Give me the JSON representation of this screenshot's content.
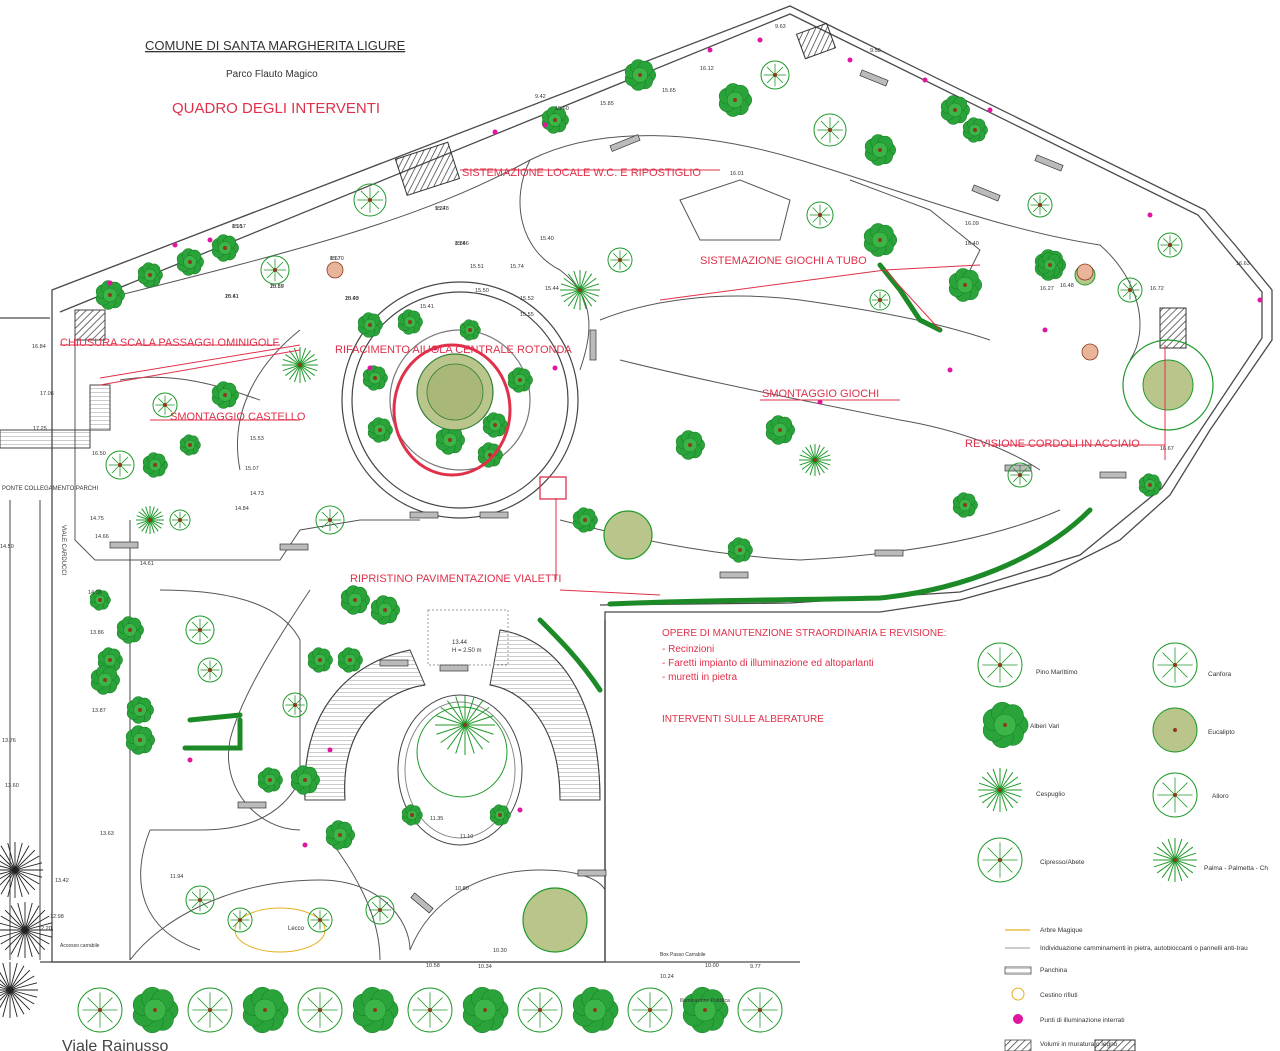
{
  "header": {
    "municipality": "COMUNE DI SANTA MARGHERITA LIGURE",
    "park": "Parco Flauto Magico",
    "plan_title": "QUADRO DEGLI INTERVENTI"
  },
  "interventions": {
    "toilets": "SISTEMAZIONE LOCALE W.C. E RIPOSTIGLIO",
    "tube_games": "SISTEMAZIONE GIOCHI A TUBO",
    "stair_closure": "CHIUSURA SCALA PASSAGGI OMINIGOLF",
    "central_bed": "RIFACIMENTO AIUOLA CENTRALE ROTONDA",
    "castle": "SMONTAGGIO CASTELLO",
    "games_removal": "SMONTAGGIO GIOCHI",
    "steel_curbs": "REVISIONE CORDOLI IN ACCIAIO",
    "paving": "RIPRISTINO PAVIMENTAZIONE VIALETTI"
  },
  "notes": {
    "heading": "OPERE DI MANUTENZIONE STRAORDINARIA E REVISIONE:",
    "items": [
      "- Recinzioni",
      "- Faretti impianto di illuminazione ed altoparlanti",
      "- muretti in pietra"
    ],
    "trees": "INTERVENTI SULLE ALBERATURE"
  },
  "legend": {
    "pine": "Pino Marittimo",
    "camphor": "Canfora",
    "various": "Alberi Vari",
    "eucalyptus": "Eucalipto",
    "shrub": "Cespuglio",
    "laurel": "Alloro",
    "cypress": "Cipresso/Abete",
    "palm": "Palma - Palmetta - Ch",
    "magic_tree": "Arbre Magique",
    "paths": "Individuazione camminamenti in pietra, autobloccanti o pannelli anti-trau",
    "bench": "Panchina",
    "bin": "Cestino rifiuti",
    "lights": "Punti di illuminazione interrati",
    "volumes": "Volumi in muratura o legno"
  },
  "map_labels": {
    "link_bridge": "PONTE COLLEGAMENTO PARCHI",
    "street": "Viale Rainusso",
    "street_side": "VIALE CARDUCCI",
    "box": "Box Passo Carrabile",
    "public_light": "Illuminazione Pubblica",
    "road_access": "Accesso carrabile"
  },
  "elevations": [
    "15.78",
    "15.46",
    "15.57",
    "15.70",
    "15.67",
    "15.61",
    "15.49",
    "15.41",
    "15.50",
    "15.52",
    "15.55",
    "15.51",
    "15.74",
    "15.44",
    "15.40",
    "15.60",
    "15.85",
    "15.65",
    "16.01",
    "16.12",
    "16.09",
    "16.27",
    "16.40",
    "16.48",
    "16.72",
    "16.63",
    "16.67",
    "16.84",
    "17.06",
    "17.25",
    "16.50",
    "15.53",
    "15.07",
    "14.73",
    "14.84",
    "14.75",
    "14.66",
    "14.61",
    "14.50",
    "14.35",
    "13.86",
    "13.87",
    "13.76",
    "13.60",
    "13.63",
    "13.42",
    "12.98",
    "12.20",
    "11.94",
    "11.35",
    "11.10",
    "10.80",
    "10.58",
    "10.34",
    "10.30",
    "10.24",
    "10.00",
    "9.77",
    "9.63",
    "9.50",
    "9.42",
    "9.34",
    "8.86",
    "8.91",
    "8.67",
    "20.30",
    "20.41",
    "20.03"
  ],
  "annotations": {
    "dim1": "13.44",
    "dim2": "H = 2.50 m",
    "bar": "Lecco"
  },
  "colors": {
    "intervention_red": "#e0304a",
    "tree_green": "#1f9a2a",
    "hedge_green": "#1c8a26",
    "line_gray": "#4a4a4a",
    "light_magenta": "#e0169e",
    "brown": "#8c3a1e",
    "magic_yellow": "#e6b020"
  }
}
